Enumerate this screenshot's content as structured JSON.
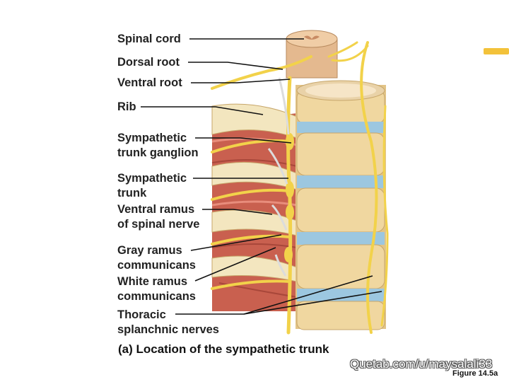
{
  "labels": {
    "spinal_cord": "Spinal cord",
    "dorsal_root": "Dorsal root",
    "ventral_root": "Ventral root",
    "rib": "Rib",
    "sympathetic_trunk_ganglion": [
      "Sympathetic",
      "trunk ganglion"
    ],
    "sympathetic_trunk": [
      "Sympathetic",
      "trunk"
    ],
    "ventral_ramus": [
      "Ventral ramus",
      "of spinal nerve"
    ],
    "gray_ramus": [
      "Gray ramus",
      "communicans"
    ],
    "white_ramus": [
      "White ramus",
      "communicans"
    ],
    "thoracic_splanchnic": [
      "Thoracic",
      "splanchnic nerves"
    ]
  },
  "caption": "(a) Location of the sympathetic trunk",
  "figure_ref": "Figure 14.5a",
  "watermark": "Quetab.com/u/maysalali33",
  "colors": {
    "nerve": "#f2d24a",
    "muscle": "#c9604f",
    "vertebra": "#f0d7a0",
    "disc": "#9cc7e0",
    "cord": "#e4b98f",
    "leader": "#111111"
  }
}
